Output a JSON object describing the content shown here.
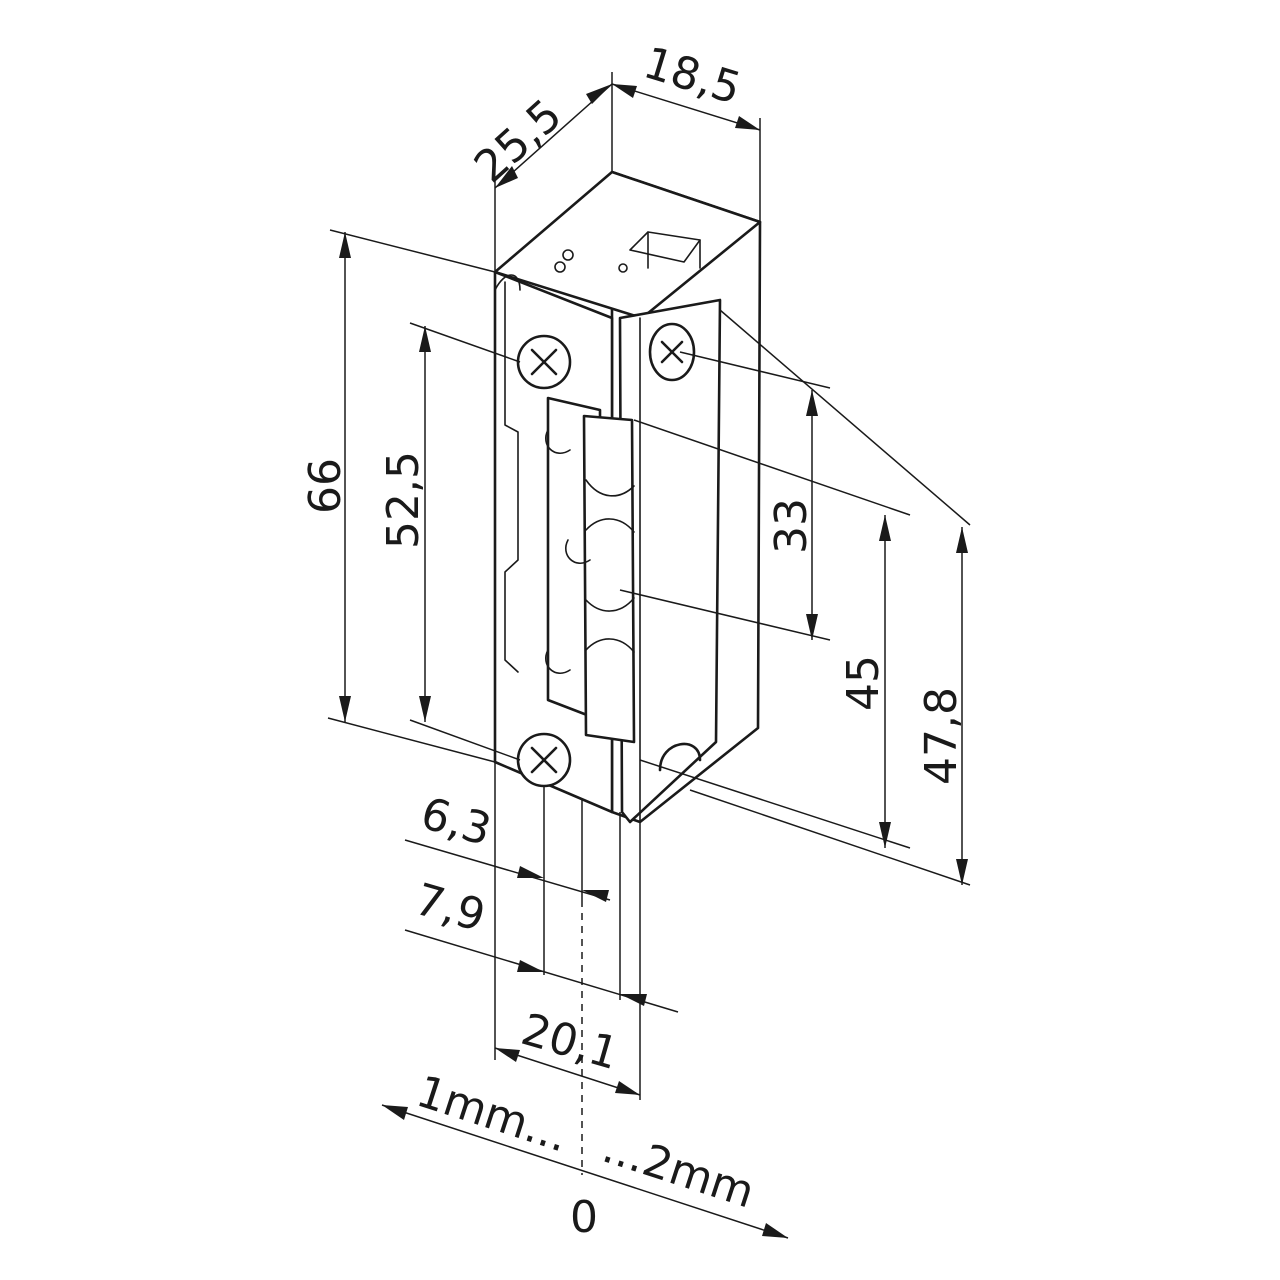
{
  "dimensions": {
    "depth_top": "25,5",
    "width_top": "18,5",
    "height_overall": "66",
    "height_screw_spacing": "52,5",
    "latch_opening": "33",
    "latch_height": "45",
    "faceplate_height": "47,8",
    "offset_small": "6,3",
    "offset_medium": "7,9",
    "faceplate_width": "20,1"
  },
  "adjustment": {
    "left": "1mm...",
    "right": "...2mm",
    "zero": "0"
  },
  "colors": {
    "line": "#1a1a1a",
    "background": "#ffffff"
  }
}
